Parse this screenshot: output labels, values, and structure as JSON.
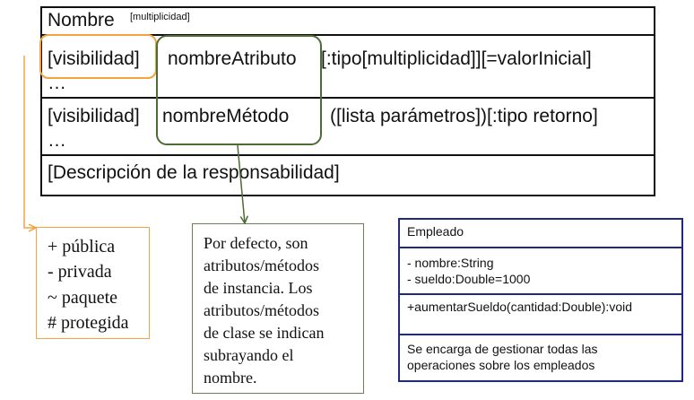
{
  "template": {
    "name_label": "Nombre",
    "multiplicity_label": "[multiplicidad]",
    "attr_visibility": "[visibilidad]",
    "attr_name": "nombreAtributo",
    "attr_rest": "[:tipo[multiplicidad]][=valorInicial]",
    "attr_ellipsis": "…",
    "method_visibility": "[visibilidad]",
    "method_name": "nombreMétodo",
    "method_rest": "([lista parámetros])[:tipo retorno]",
    "method_ellipsis": "…",
    "responsibility": "[Descripción de la responsabilidad]"
  },
  "visibility_legend": [
    "+ pública",
    "-  privada",
    "~ paquete",
    "# protegida"
  ],
  "note": [
    "Por defecto, son",
    "atributos/métodos",
    "de instancia. Los",
    "atributos/métodos",
    "de clase se indican",
    "subrayando el",
    "nombre."
  ],
  "example": {
    "class_name": "Empleado",
    "attributes": [
      "- nombre:String",
      "- sueldo:Double=1000"
    ],
    "methods": [
      "+aumentarSueldo(cantidad:Double):void"
    ],
    "responsibility": [
      "Se encarga de gestionar todas las",
      "operaciones sobre los empleados"
    ]
  },
  "colors": {
    "visibility_highlight": "#f4a340",
    "name_highlight": "#4e6b34",
    "example_border": "#1f2a7a"
  }
}
